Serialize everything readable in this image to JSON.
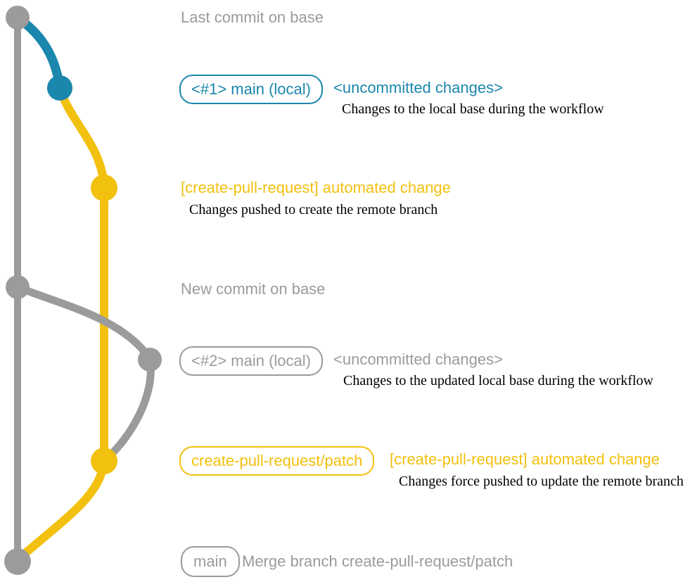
{
  "colors": {
    "gray": "#9b9b9b",
    "teal": "#1b87ad",
    "yellow": "#f2c00e",
    "ink": "#000000"
  },
  "graph": {
    "base_branch_color_name": "gray",
    "local_branch_color_name": "teal",
    "patch_branch_color_name": "yellow",
    "commit_count": 7
  },
  "annotations": {
    "top_label": "Last commit on base",
    "mid_label": "New commit on base"
  },
  "branch1": {
    "badge": "<#1> main (local)",
    "status": "<uncommitted changes>",
    "caption": "Changes to the local base during the workflow"
  },
  "push1": {
    "heading": "[create-pull-request] automated change",
    "caption": "Changes pushed to create the remote branch"
  },
  "branch2": {
    "badge": "<#2> main (local)",
    "status": "<uncommitted changes>",
    "caption": "Changes to the updated local base during the workflow"
  },
  "push2": {
    "badge": "create-pull-request/patch",
    "heading": "[create-pull-request] automated change",
    "caption": "Changes force pushed to update the remote branch"
  },
  "merge": {
    "badge": "main",
    "label": "Merge branch create-pull-request/patch"
  }
}
